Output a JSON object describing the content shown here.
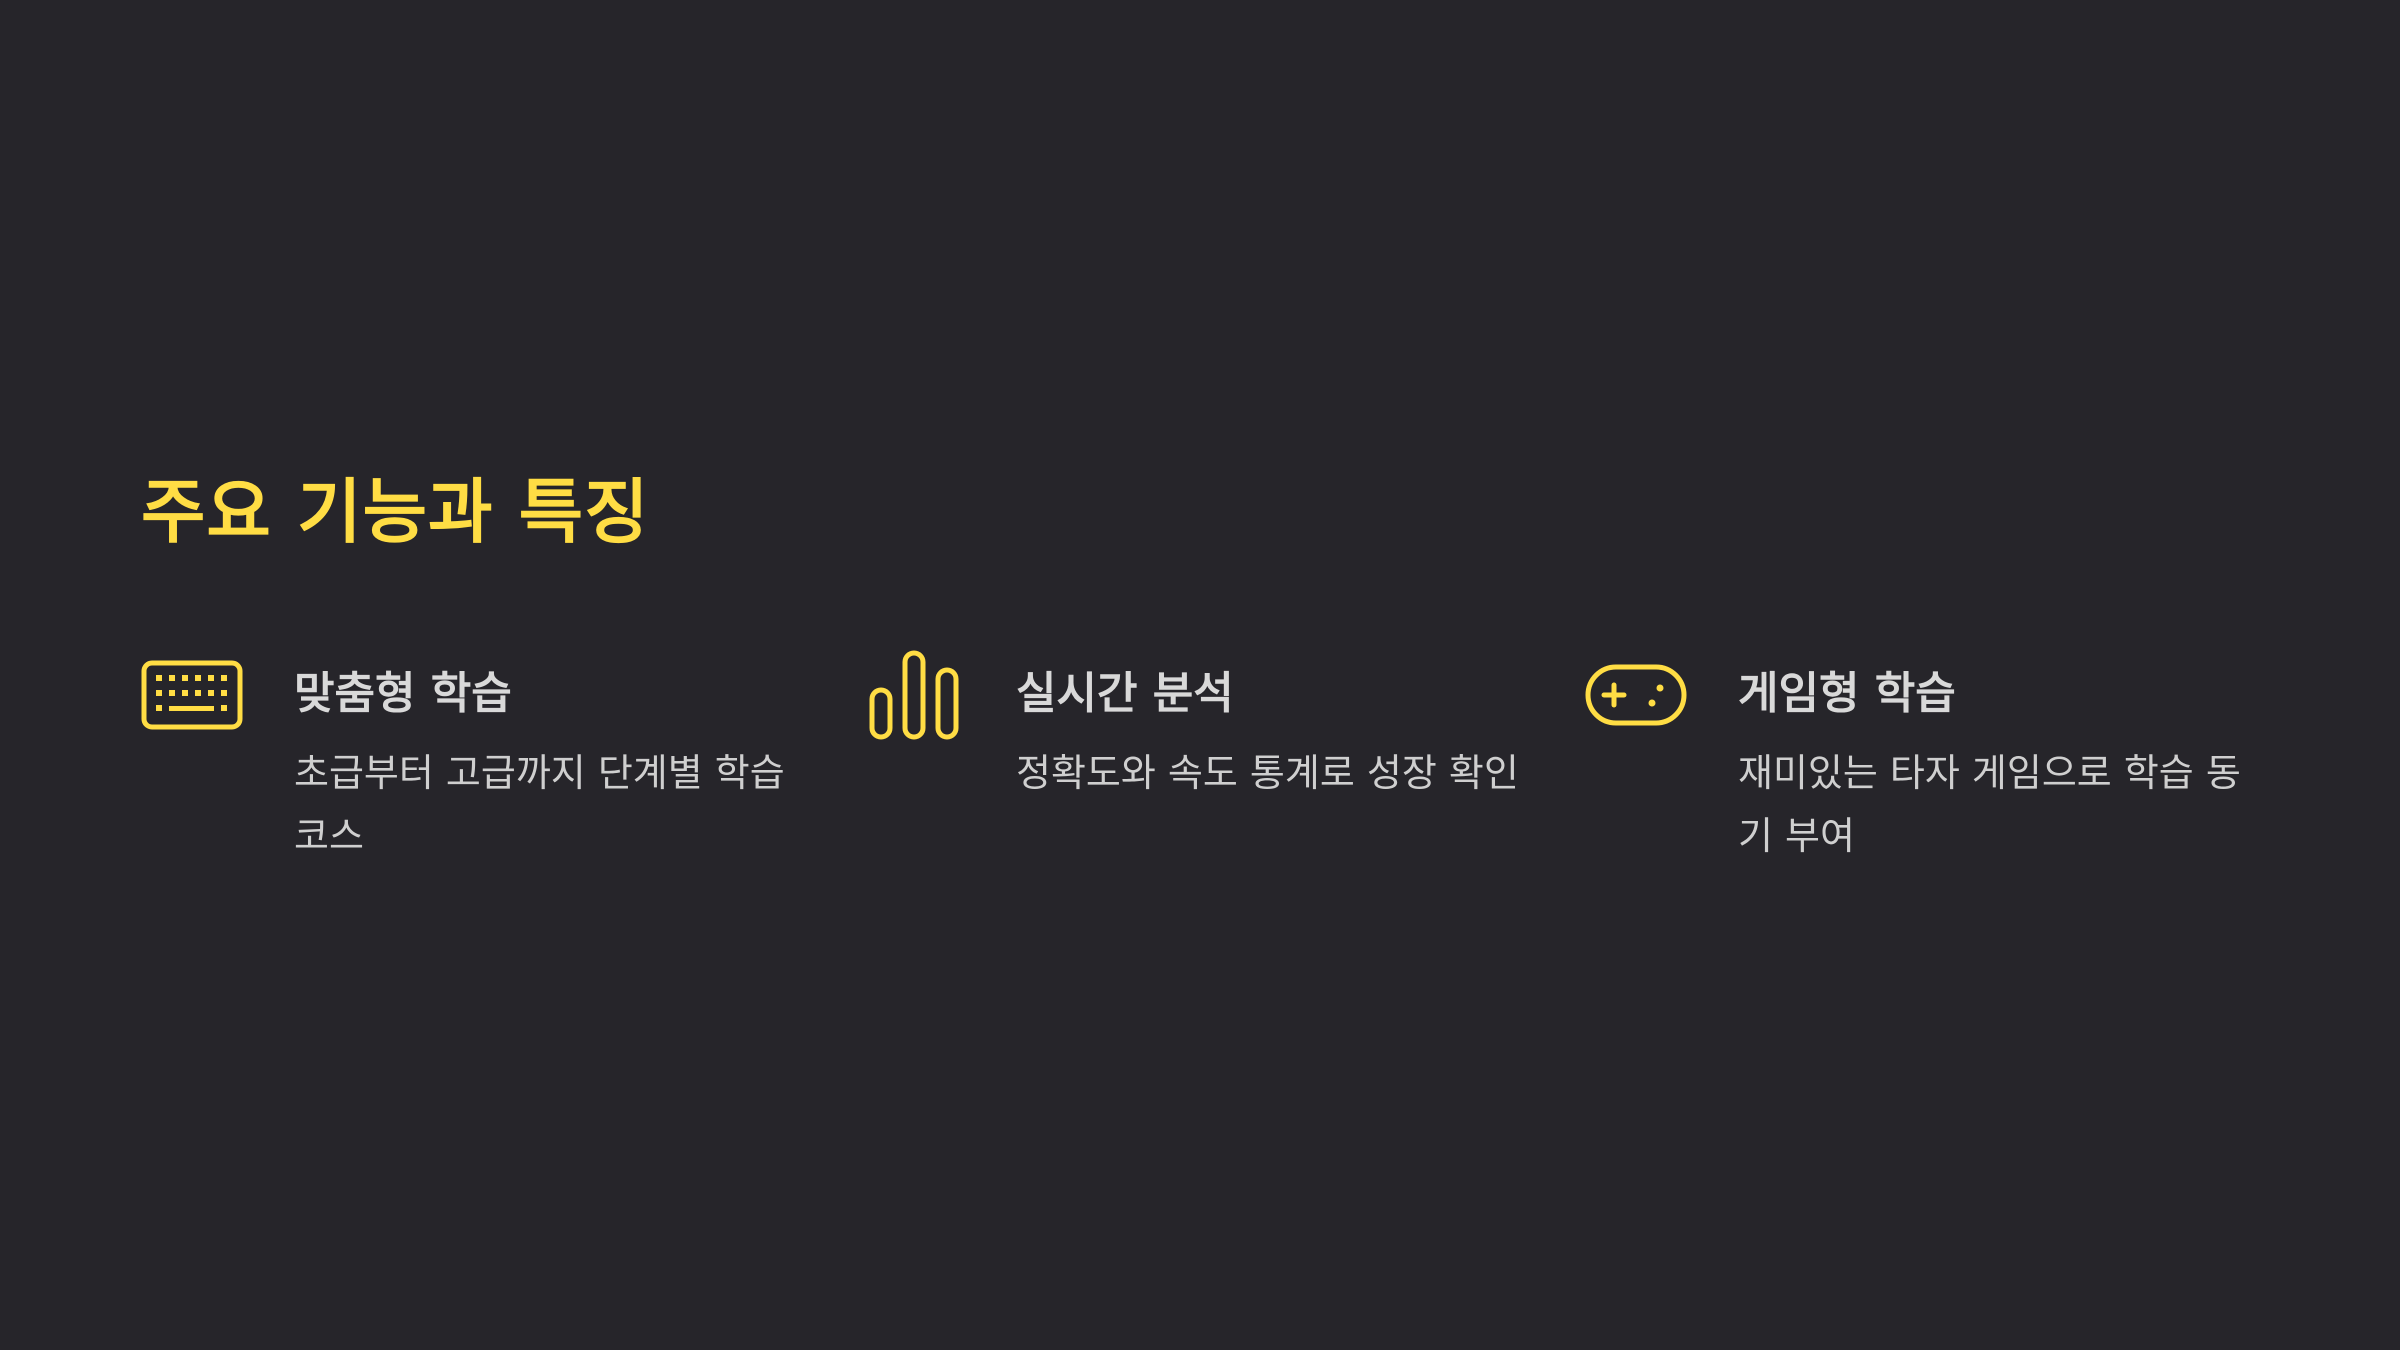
{
  "title": "주요 기능과 특징",
  "accent_color": "#FFDD44",
  "background_color": "#26252A",
  "features": [
    {
      "icon": "keyboard-icon",
      "heading": "맞춤형 학습",
      "description": "초급부터 고급까지 단계별 학습 코스"
    },
    {
      "icon": "bar-chart-icon",
      "heading": "실시간 분석",
      "description": "정확도와 속도 통계로 성장 확인"
    },
    {
      "icon": "gamepad-icon",
      "heading": "게임형 학습",
      "description": "재미있는 타자 게임으로 학습 동기 부여"
    }
  ]
}
